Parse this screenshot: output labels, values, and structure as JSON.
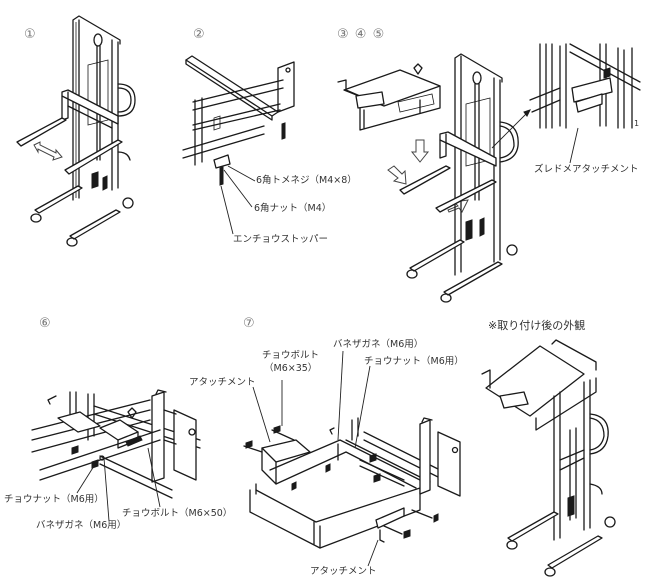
{
  "steps": [
    {
      "id": "1",
      "marker": "①"
    },
    {
      "id": "2",
      "marker": "②",
      "labels": {
        "hex_bolt": "6角トメネジ（M4×8）",
        "hex_nut": "6角ナット（M4）",
        "fall_stopper": "エンチョウストッパー"
      }
    },
    {
      "id": "345",
      "marker": "③ ④ ⑤",
      "labels": {
        "slip_stop_attachment": "ズレドメアタッチメント"
      }
    },
    {
      "id": "6",
      "marker": "⑥",
      "labels": {
        "wing_nut": "チョウナット（M6用）",
        "spring_washer": "バネザガネ（M6用）",
        "wing_bolt": "チョウボルト（M6×50）"
      }
    },
    {
      "id": "7",
      "marker": "⑦",
      "labels": {
        "attachment_top": "アタッチメント",
        "wing_bolt_line1": "チョウボルト",
        "wing_bolt_line2": "（M6×35）",
        "spring_washer": "バネザガネ（M6用）",
        "wing_nut": "チョウナット（M6用）",
        "attachment_bottom": "アタッチメント"
      }
    }
  ],
  "after_install_note": "※取り付け後の外観",
  "colors": {
    "line": "#1a1a1a",
    "text": "#333333",
    "step_marker": "#777777",
    "background": "#ffffff"
  }
}
